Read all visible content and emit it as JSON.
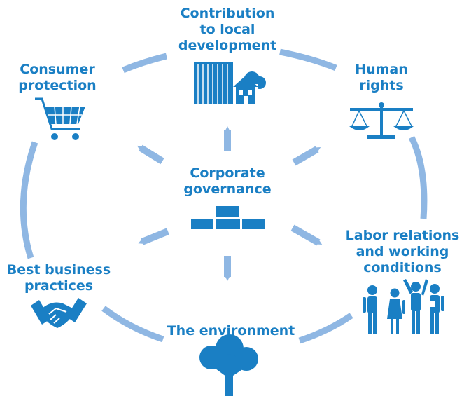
{
  "colors": {
    "ring": "#8fb7e3",
    "accent": "#1a7fc4",
    "arrow": "#8fb7e3"
  },
  "center": {
    "label": "Corporate\ngovernance",
    "icon": "brick-wall-icon"
  },
  "nodes": [
    {
      "id": "contribution",
      "label": "Contribution\nto local\ndevelopment",
      "icon": "buildings-icon"
    },
    {
      "id": "human-rights",
      "label": "Human\nrights",
      "icon": "scales-icon"
    },
    {
      "id": "labor",
      "label": "Labor relations\nand working\nconditions",
      "icon": "people-icon"
    },
    {
      "id": "environment",
      "label": "The environment",
      "icon": "tree-icon"
    },
    {
      "id": "best-practices",
      "label": "Best business\npractices",
      "icon": "handshake-icon"
    },
    {
      "id": "consumer",
      "label": "Consumer\nprotection",
      "icon": "shopping-cart-icon"
    }
  ]
}
